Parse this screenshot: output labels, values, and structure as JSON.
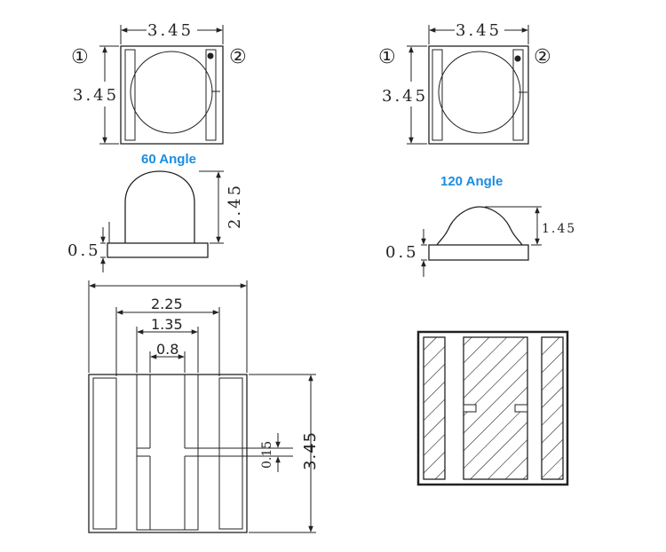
{
  "top_left": {
    "width_dim": "3.45",
    "height_dim": "3.45",
    "pin1": "①",
    "pin2": "②",
    "angle_label": "60  Angle",
    "lens_height_dim": "2.45",
    "base_height_dim": "0.5"
  },
  "top_right": {
    "width_dim": "3.45",
    "height_dim": "3.45",
    "pin1": "①",
    "pin2": "②",
    "angle_label": "120  Angle",
    "lens_height_dim": "1.45",
    "base_height_dim": "0.5"
  },
  "bottom_left": {
    "outer_width_dim": "",
    "pad_span_dim": "2.25",
    "inner_span_dim": "1.35",
    "gap_dim": "0.8",
    "slot_dim": "0.15",
    "height_dim": "3.45"
  },
  "colors": {
    "line": "#222222",
    "angle_text": "#1a8de0"
  }
}
